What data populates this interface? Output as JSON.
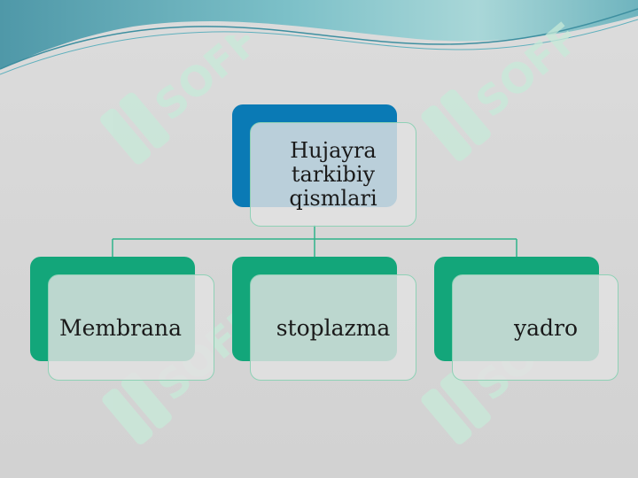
{
  "diagram": {
    "root": {
      "label": "Hujayra\ntarkibiy\nqismlari"
    },
    "children": [
      {
        "label": "Membrana"
      },
      {
        "label": "stoplazma"
      },
      {
        "label": "yadro"
      }
    ]
  },
  "colors": {
    "root_accent": "#0a7ab5",
    "child_accent": "#13a67a",
    "connector": "#2eb38a",
    "wave_teal": "#5aa5b3"
  },
  "watermark": {
    "logo": "soff-logo"
  }
}
